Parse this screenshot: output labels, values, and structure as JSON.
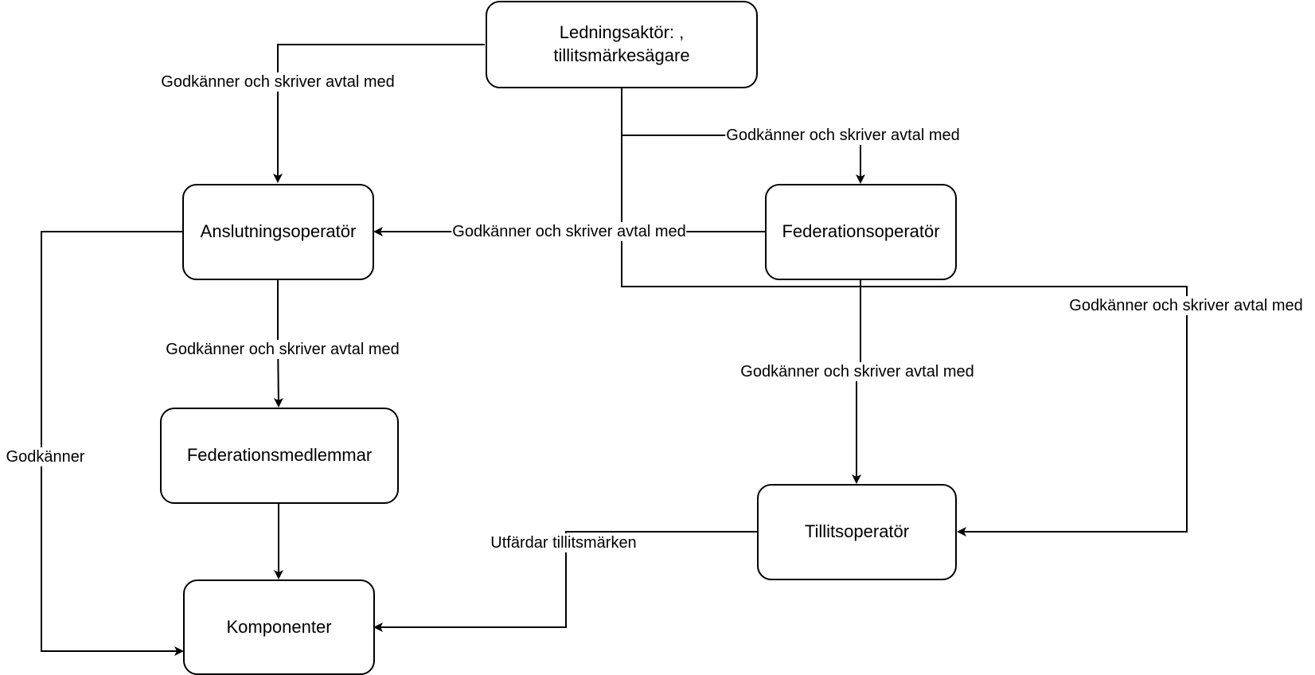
{
  "nodes": {
    "ledning": {
      "line1": "Ledningsaktör: ,",
      "line2": "tillitsmärkesägare"
    },
    "anslutning": "Anslutningsoperatör",
    "federation": "Federationsoperatör",
    "medlemmar": "Federationsmedlemmar",
    "komponenter": "Komponenter",
    "tillit": "Tillitsoperatör"
  },
  "edges": {
    "ledning_to_anslutning": "Godkänner och skriver avtal med",
    "ledning_to_federation": "Godkänner och skriver avtal med",
    "federation_to_anslutning": "Godkänner och skriver avtal med",
    "ledning_to_tillit": "Godkänner och skriver avtal med",
    "anslutning_to_medlemmar": "Godkänner och skriver avtal med",
    "federation_to_tillit": "Godkänner och skriver avtal med",
    "anslutning_to_komponenter": "Godkänner",
    "tillit_to_komponenter": "Utfärdar tillitsmärken"
  },
  "colors": {
    "stroke": "#000000",
    "fill": "#ffffff"
  }
}
